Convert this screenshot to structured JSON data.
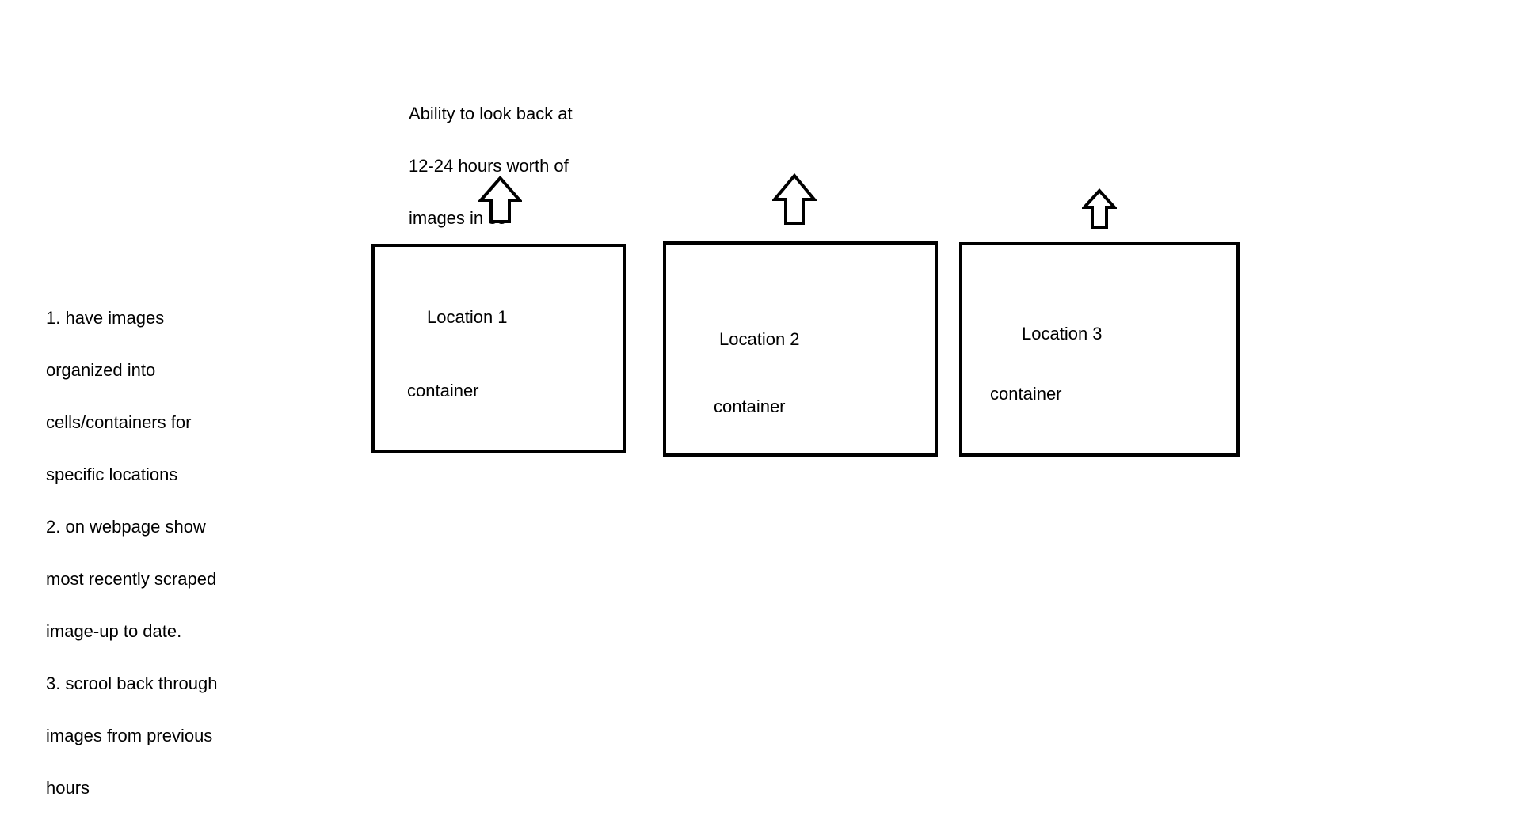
{
  "notes": {
    "lines": [
      "1.  have images",
      "organized into",
      "cells/containers for",
      "specific locations",
      "2. on webpage show",
      "most recently scraped",
      "image-up to date.",
      "3. scrool back through",
      "images from previous",
      "hours"
    ]
  },
  "storage_note": {
    "lines": [
      "Ability to look back at",
      "12-24 hours worth of",
      "images in s3"
    ]
  },
  "containers": [
    {
      "title": "Location 1",
      "subtitle": "container"
    },
    {
      "title": "Location 2",
      "subtitle": "container"
    },
    {
      "title": "Location 3",
      "subtitle": "container"
    }
  ],
  "arrows": [
    {
      "icon": "up-arrow-icon",
      "direction": "up"
    },
    {
      "icon": "up-arrow-icon",
      "direction": "up"
    },
    {
      "icon": "up-arrow-icon",
      "direction": "up"
    }
  ]
}
